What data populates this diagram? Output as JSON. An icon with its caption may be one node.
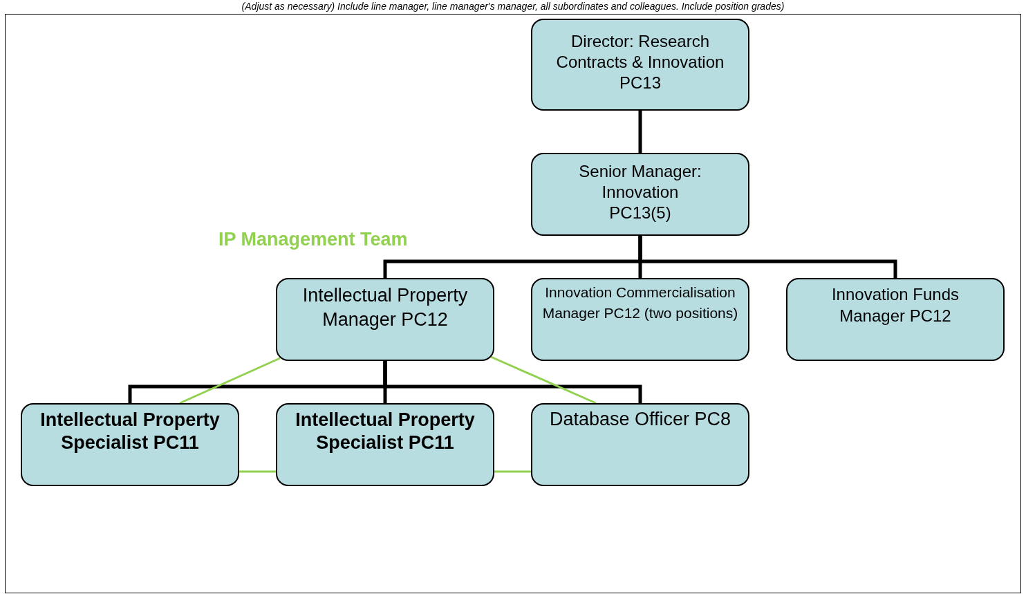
{
  "diagram": {
    "nodes": [
      {
        "text": [
          "Director: Research Contracts & Innovation PC13"
        ]
      },
      {
        "text": [
          "Senior Manager: Innovation PC13(5)"
        ]
      },
      {
        "text": [
          "Intellectual Property Manager PC12"
        ]
      },
      {
        "text": [
          "Innovation Commercialisation Manager PC12 (two positions)"
        ]
      },
      {
        "text": [
          "Innovation Funds Manager PC12"
        ]
      },
      {
        "text": [
          "Intellectual Property Specialist PC11"
        ]
      },
      {
        "text": [
          "Intellectual Property Specialist PC11"
        ]
      },
      {
        "text": [
          "Database Officer PC8"
        ]
      }
    ],
    "edges": [
      {
        "from": 0,
        "to": 1,
        "arrow": "none"
      },
      {
        "from": 1,
        "to": 2,
        "arrow": "none"
      },
      {
        "from": 1,
        "to": 3,
        "arrow": "none"
      },
      {
        "from": 1,
        "to": 4,
        "arrow": "none"
      },
      {
        "from": 2,
        "to": 5,
        "arrow": "none"
      },
      {
        "from": 2,
        "to": 6,
        "arrow": "none"
      },
      {
        "from": 2,
        "to": 7,
        "arrow": "none"
      },
      {
        "from": 2,
        "to": 5,
        "arrow": "none",
        "color": "#92d050"
      },
      {
        "from": 2,
        "to": 7,
        "arrow": "none",
        "color": "#92d050"
      },
      {
        "from": 5,
        "to": 6,
        "arrow": "none",
        "color": "#92d050"
      },
      {
        "from": 6,
        "to": 7,
        "arrow": "none",
        "color": "#92d050"
      }
    ],
    "labels": [
      "(Adjust as necessary) Include line manager, line manager's manager, all subordinates and colleagues. Include position grades)",
      "IP Management Team"
    ]
  }
}
